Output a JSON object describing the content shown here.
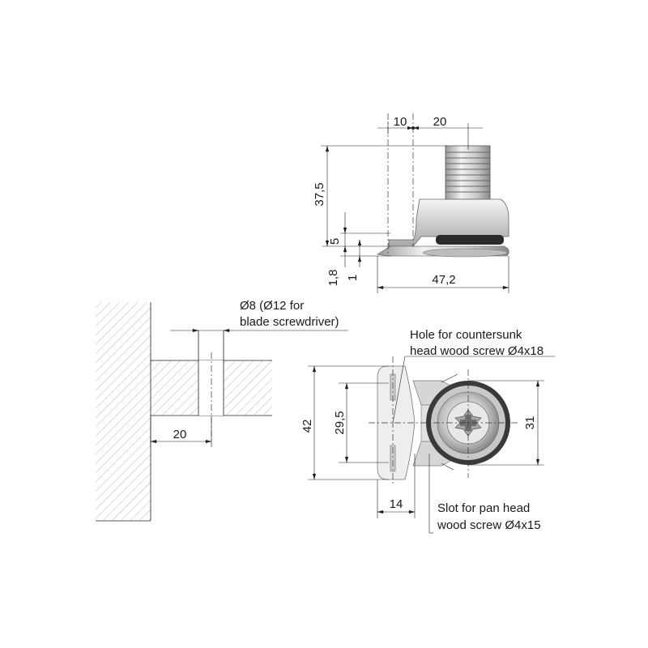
{
  "dimensions": {
    "top_10": "10",
    "top_20": "20",
    "height_37_5": "37,5",
    "height_5": "5",
    "height_1_8": "1,8",
    "height_1": "1",
    "width_47_2": "47,2",
    "drill_20": "20",
    "plan_42": "42",
    "plan_29_5": "29,5",
    "plan_31": "31",
    "plan_14": "14"
  },
  "annotations": {
    "drill_line1": "Ø8 (Ø12 for",
    "drill_line2": "blade screwdriver)",
    "hole_line1": "Hole for countersunk",
    "hole_line2": "head wood screw Ø4x18",
    "slot_line1": "Slot for pan head",
    "slot_line2": "wood screw Ø4x15"
  }
}
